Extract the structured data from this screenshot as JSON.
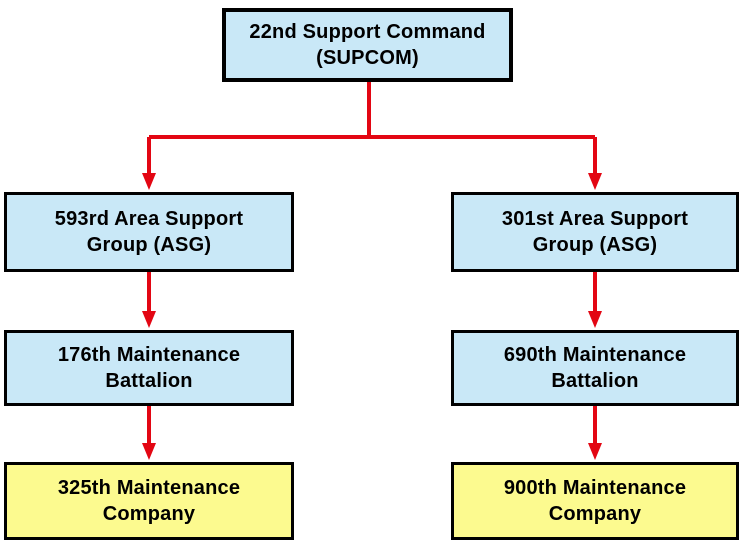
{
  "chart": {
    "type": "org-chart",
    "nodes": [
      {
        "id": "supcom",
        "kind": "command",
        "label": "22nd Support Command (SUPCOM)",
        "line1": "22nd Support Command",
        "line2": "(SUPCOM)"
      },
      {
        "id": "asg-593",
        "kind": "group",
        "label": "593rd Area Support Group (ASG)",
        "line1": "593rd Area Support",
        "line2": "Group (ASG)"
      },
      {
        "id": "bn-176",
        "kind": "battalion",
        "label": "176th Maintenance Battalion",
        "line1": "176th Maintenance",
        "line2": "Battalion"
      },
      {
        "id": "co-325",
        "kind": "company",
        "label": "325th Maintenance Company",
        "line1": "325th Maintenance",
        "line2": "Company"
      },
      {
        "id": "asg-301",
        "kind": "group",
        "label": "301st Area Support Group (ASG)",
        "line1": "301st Area Support",
        "line2": "Group (ASG)"
      },
      {
        "id": "bn-690",
        "kind": "battalion",
        "label": "690th Maintenance Battalion",
        "line1": "690th Maintenance",
        "line2": "Battalion"
      },
      {
        "id": "co-900",
        "kind": "company",
        "label": "900th Maintenance Company",
        "line1": "900th Maintenance",
        "line2": "Company"
      }
    ],
    "edges": [
      {
        "from": "22nd Support Command (SUPCOM)",
        "to": "593rd Area Support Group (ASG)"
      },
      {
        "from": "22nd Support Command (SUPCOM)",
        "to": "301st Area Support Group (ASG)"
      },
      {
        "from": "593rd Area Support Group (ASG)",
        "to": "176th Maintenance Battalion"
      },
      {
        "from": "176th Maintenance Battalion",
        "to": "325th Maintenance Company"
      },
      {
        "from": "301st Area Support Group (ASG)",
        "to": "690th Maintenance Battalion"
      },
      {
        "from": "690th Maintenance Battalion",
        "to": "900th Maintenance Company"
      }
    ],
    "colors": {
      "unit_box_fill": "#C9E8F7",
      "company_box_fill": "#FCFA8F",
      "box_border": "#000000",
      "connector_red": "#E30613",
      "text": "#000000",
      "background": "#FFFFFF"
    }
  }
}
